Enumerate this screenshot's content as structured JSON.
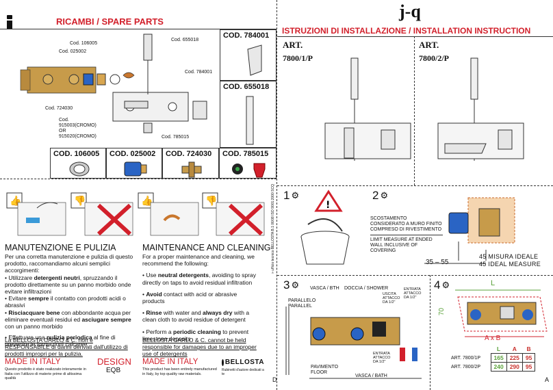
{
  "left": {
    "info_icon": "info-icon",
    "title": "RICAMBI / SPARE PARTS",
    "callouts": {
      "c106005": "Cod. 106005",
      "c025002": "Cod. 025002",
      "c655018": "Cod. 655018",
      "c784001": "Cod. 784001",
      "c724030": "Cod. 724030",
      "c915003": "Cod.\n915003(CROMO)\nOR\n915020(CROMO)",
      "c785015": "Cod. 785015"
    },
    "boxes": {
      "b784001": "COD. 784001",
      "b655018": "COD. 655018",
      "b106005": "COD. 106005",
      "b025002": "COD. 025002",
      "b724030": "COD. 724030",
      "b785015": "COD. 785015"
    }
  },
  "maintenance": {
    "it_title": "MANUTENZIONE E PULIZIA",
    "it_intro": "Per una corretta manutenzione e pulizia di questo prodotto, raccomandiamo alcuni semplici accorgimenti:",
    "it_b1_pre": "• Utilizzare ",
    "it_b1_bold": "detergenti neutri",
    "it_b1_post": ", spruzzando il prodotto direttamente su un panno morbido onde evitare infiltrazioni",
    "it_b2_pre": "• Evitare ",
    "it_b2_bold": "sempre",
    "it_b2_post": " il contatto con prodotti acidi o abrasivi",
    "it_b3_pre": "• ",
    "it_b3_bold": "Risciacquare bene",
    "it_b3_mid": " con abbondante acqua per eliminare eventuali residui ed ",
    "it_b3_bold2": "asciugare sempre",
    "it_b3_post": " con un panno morbido",
    "it_b4_pre": "• Effettuare una ",
    "it_b4_bold": "pulizia periodica",
    "it_b4_post": " al fine di prevenire le formazioni calcaree",
    "it_disclaimer": "La BELLOSTA CARLO & C. non è RESPONSABILE di danni derivati dall'utilizzo di prodotti impropri per la pulizia.",
    "it_made": "MADE IN ITALY",
    "it_made_note": "Questo prodotto è stato realizzato interamente in Italia con l'utilizzo di materie prime di altissima qualità",
    "design": "DESIGN",
    "design_sub": "EQB",
    "en_title": "MAINTENANCE AND CLEANING",
    "en_intro": "For a proper maintenance and cleaning, we recommend the following:",
    "en_b1_pre": "• Use ",
    "en_b1_bold": "neutral detergents",
    "en_b1_post": ", avoiding to spray directly on taps to avoid residual infiltration",
    "en_b2_pre": "• ",
    "en_b2_bold": "Avoid",
    "en_b2_post": " contact with acid or abrasive products",
    "en_b3_pre": "• ",
    "en_b3_bold": "Rinse",
    "en_b3_mid": " with water and ",
    "en_b3_bold2": "always dry",
    "en_b3_post": " with a clean cloth to avoid residue of detergent",
    "en_b4_pre": "• Perform a ",
    "en_b4_bold": "periodic cleaning",
    "en_b4_post": " to prevent limestone deposits",
    "en_disclaimer": "BELLOSTA CARLO & C. cannot be held responsible for damages due to an improper use of detergents",
    "en_made": "MADE IN ITALY",
    "en_made_note": "This product has been entirely manufactured in Italy, by top quality raw materials.",
    "brand": "BELLOSTA",
    "brand_sub": "Rubinetti d'autore dedicati a te",
    "vertical_text": "» ufficio tecnico BELLOSTA    B.1    06/08    ISO 9001:2000    SCQ",
    "page_letter": "D"
  },
  "right": {
    "logo": "j-q",
    "title": "ISTRUZIONI DI INSTALLAZIONE / INSTALLATION INSTRUCTION",
    "art1_label": "ART.",
    "art1_code": "7800/1/P",
    "art2_label": "ART.",
    "art2_code": "7800/2/P",
    "step1": "1",
    "step2": "2",
    "step3": "3",
    "step4": "4",
    "s2_it": "SCOSTAMENTO CONSIDERATO A MURO FINITO COMPRESO DI RIVESTIMENTO",
    "s2_en": "LIMIT MEASURE AT ENDED WALL INCLUSIVE OF COVERING",
    "s2_range": "35 – 55",
    "s2_ideal_it": "45 MISURA IDEALE",
    "s2_ideal_en": "45 IDEAL MEASURE",
    "s3_parallel": "PARALLELO\nPARALLEL",
    "s3_vasca": "VASCA / BTH",
    "s3_doccia": "DOCCIA / SHOWER",
    "s3_uscita": "USCITA\nATTACCO\nDA 1/2\"",
    "s3_entrata_top": "ENTRATA\nATTACCO\nDA 1/2\"",
    "s3_entrata_low": "ENTRATA\nATTACCO\nDA 1/2\"",
    "s3_floor": "PAVIMENTO\nFLOOR",
    "s3_bath": "VASCA / BATH",
    "s4_L": "L",
    "s4_h": "70",
    "s4_axb": "A x B",
    "table_headers": [
      "",
      "L",
      "A",
      "B"
    ],
    "table_rows": [
      [
        "ART. 7800/1P",
        "165",
        "225",
        "95"
      ],
      [
        "ART. 7800/2P",
        "240",
        "290",
        "95"
      ]
    ],
    "page_letter": "A"
  }
}
